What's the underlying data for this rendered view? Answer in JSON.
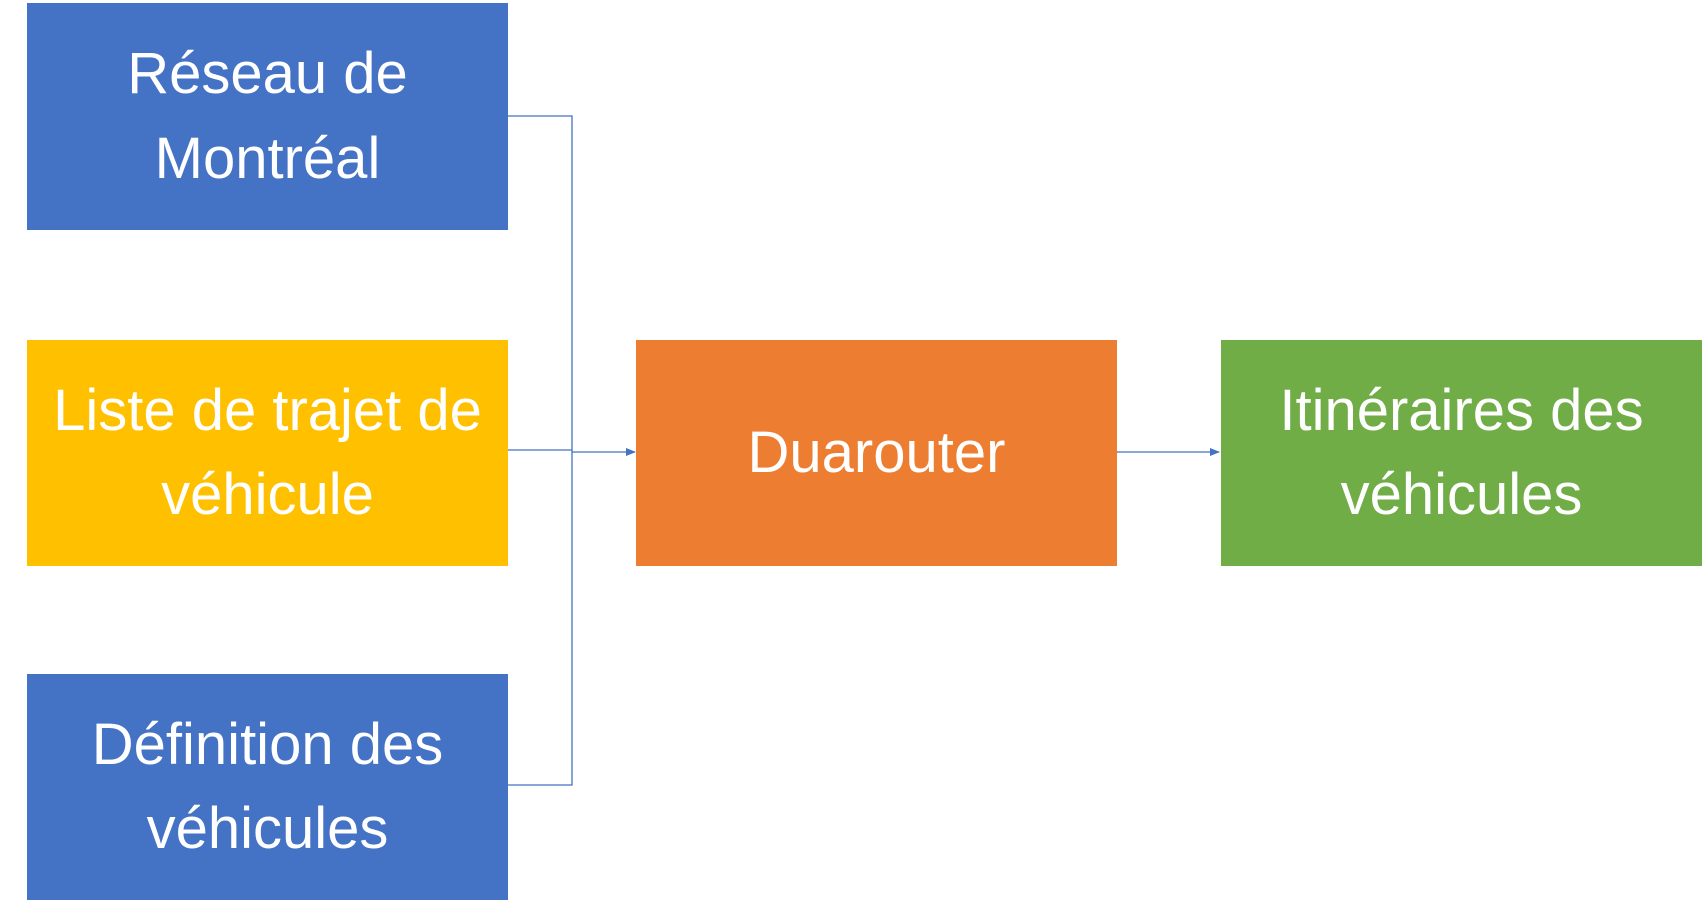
{
  "colors": {
    "blue": "#4472C4",
    "yellow": "#FFC000",
    "orange": "#ED7D31",
    "green": "#70AD47",
    "connector": "#4472C4"
  },
  "nodes": {
    "network": "Réseau de Montréal",
    "trips": "Liste de trajet de véhicule",
    "vehicle_definitions": "Définition des véhicules",
    "duarouter": "Duarouter",
    "routes": "Itinéraires des véhicules"
  }
}
